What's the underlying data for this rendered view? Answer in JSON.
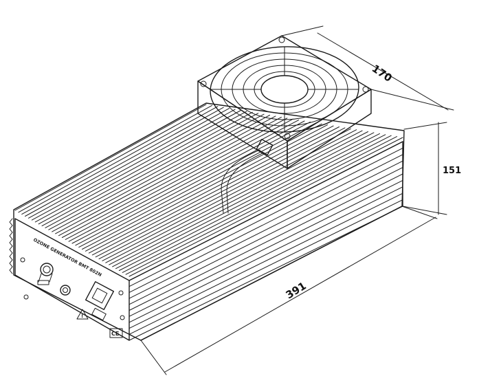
{
  "dimensions": {
    "width": "170",
    "height": "151",
    "length": "391"
  },
  "front_panel": {
    "title": "OZONE GENERATOR BMT 802N",
    "marks": "CE"
  }
}
